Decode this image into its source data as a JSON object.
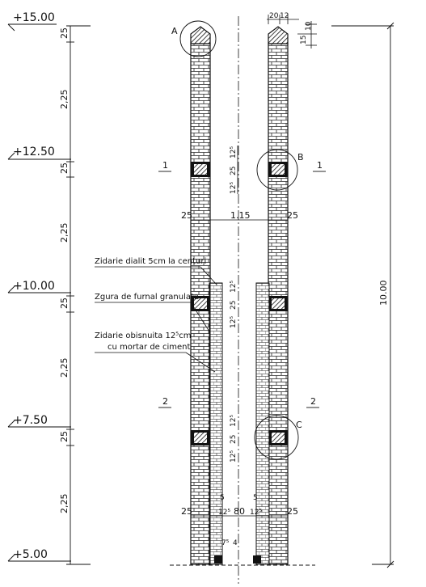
{
  "elevations": [
    "+15.00",
    "+12.50",
    "+10.00",
    "+7.50",
    "+5.00"
  ],
  "vertical_dims": [
    "25",
    "2,25",
    "25",
    "2,25",
    "25",
    "2,25",
    "25",
    "2,25"
  ],
  "overall_height": "10.00",
  "top_dims": {
    "a": "20",
    "b": "12",
    "c": "10",
    "d": "15"
  },
  "details": {
    "a": "A",
    "b": "B",
    "c": "C"
  },
  "sections": {
    "s1_left": "1",
    "s1_right": "1",
    "s2_left": "2",
    "s2_right": "2"
  },
  "upper_belt_dims": [
    "12⁵",
    "25",
    "12⁵"
  ],
  "mid_width": {
    "left": "25",
    "center": "1.15",
    "right": "25"
  },
  "bottom_width": {
    "left": "25",
    "left_lining": "12⁵",
    "center": "80",
    "right_lining": "12⁵",
    "right": "25"
  },
  "small_dims": {
    "five_left": "5",
    "five_right": "5",
    "seven": "7⁵",
    "four": "4"
  },
  "notes": [
    "Zidarie dialit 5cm la centuri",
    "Zgura de furnal granulata",
    "Zidarie obisnuita 12⁵cm",
    "cu mortar de ciment"
  ]
}
